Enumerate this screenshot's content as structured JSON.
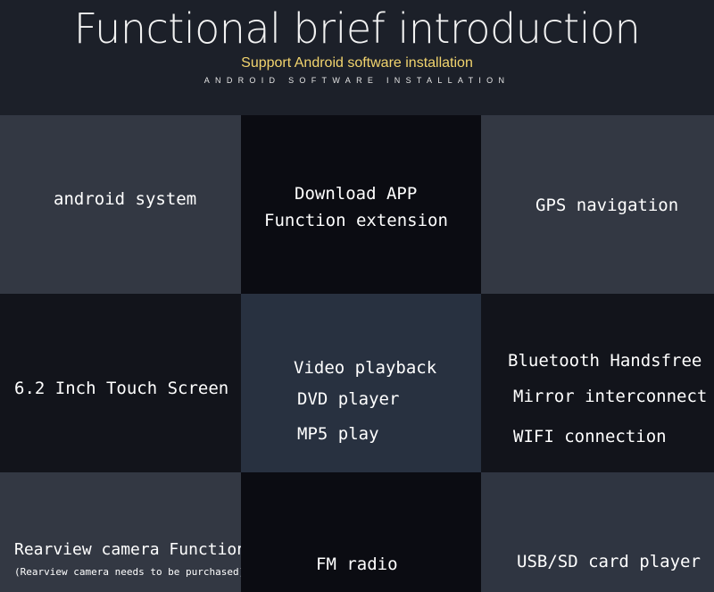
{
  "header": {
    "title": "Functional brief introduction",
    "subtitle": "Support Android software installation",
    "spaced_caption": "ANDROID SOFTWARE INSTALLATION"
  },
  "features": {
    "android": {
      "line1": "android system"
    },
    "download": {
      "line1": "Download APP",
      "line2": "Function extension"
    },
    "gps": {
      "line1": "GPS navigation"
    },
    "screen": {
      "line1": "6.2 Inch Touch Screen"
    },
    "video": {
      "line1": "Video playback",
      "line2": "DVD player",
      "line3": "MP5 play"
    },
    "bluetooth": {
      "line1": "Bluetooth Handsfree",
      "line2": "Mirror interconnect",
      "line3": "WIFI connection"
    },
    "rearview": {
      "line1": "Rearview camera Function",
      "note": "(Rearview camera needs to be purchased)"
    },
    "fm": {
      "line1": "FM radio"
    },
    "usb": {
      "line1": "USB/SD card player"
    }
  },
  "colors": {
    "title": "#f2f2f2",
    "subtitle": "#f2d46e",
    "background": "#1c2029"
  }
}
